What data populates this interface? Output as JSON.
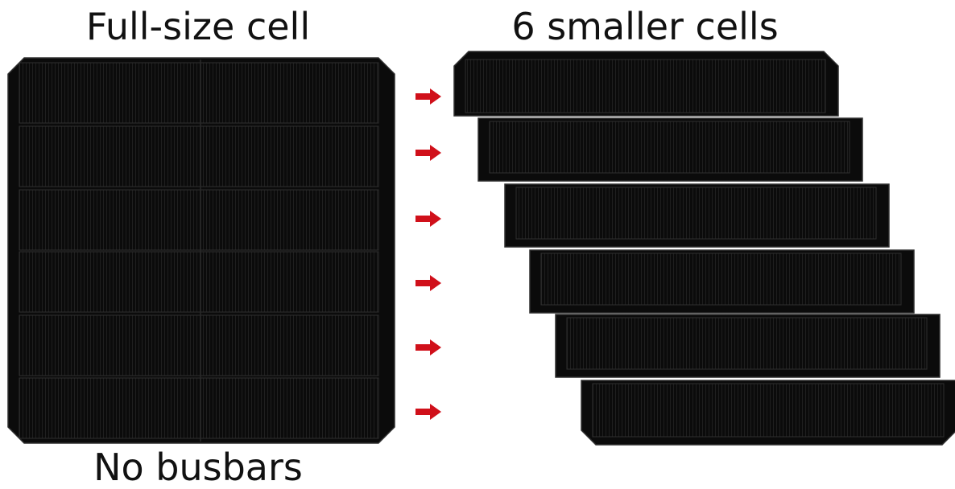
{
  "labels": {
    "full_size_cell": "Full-size cell",
    "smaller_cells": "6 smaller cells",
    "no_busbars": "No busbars"
  },
  "diagram": {
    "strip_count": 6,
    "arrow_count": 6,
    "colors": {
      "cell_fill": "#0b0b0b",
      "cell_border": "#2f2f2f",
      "finger_line": "#1e1e1e",
      "divider": "#262626",
      "arrow": "#d0101a"
    }
  }
}
